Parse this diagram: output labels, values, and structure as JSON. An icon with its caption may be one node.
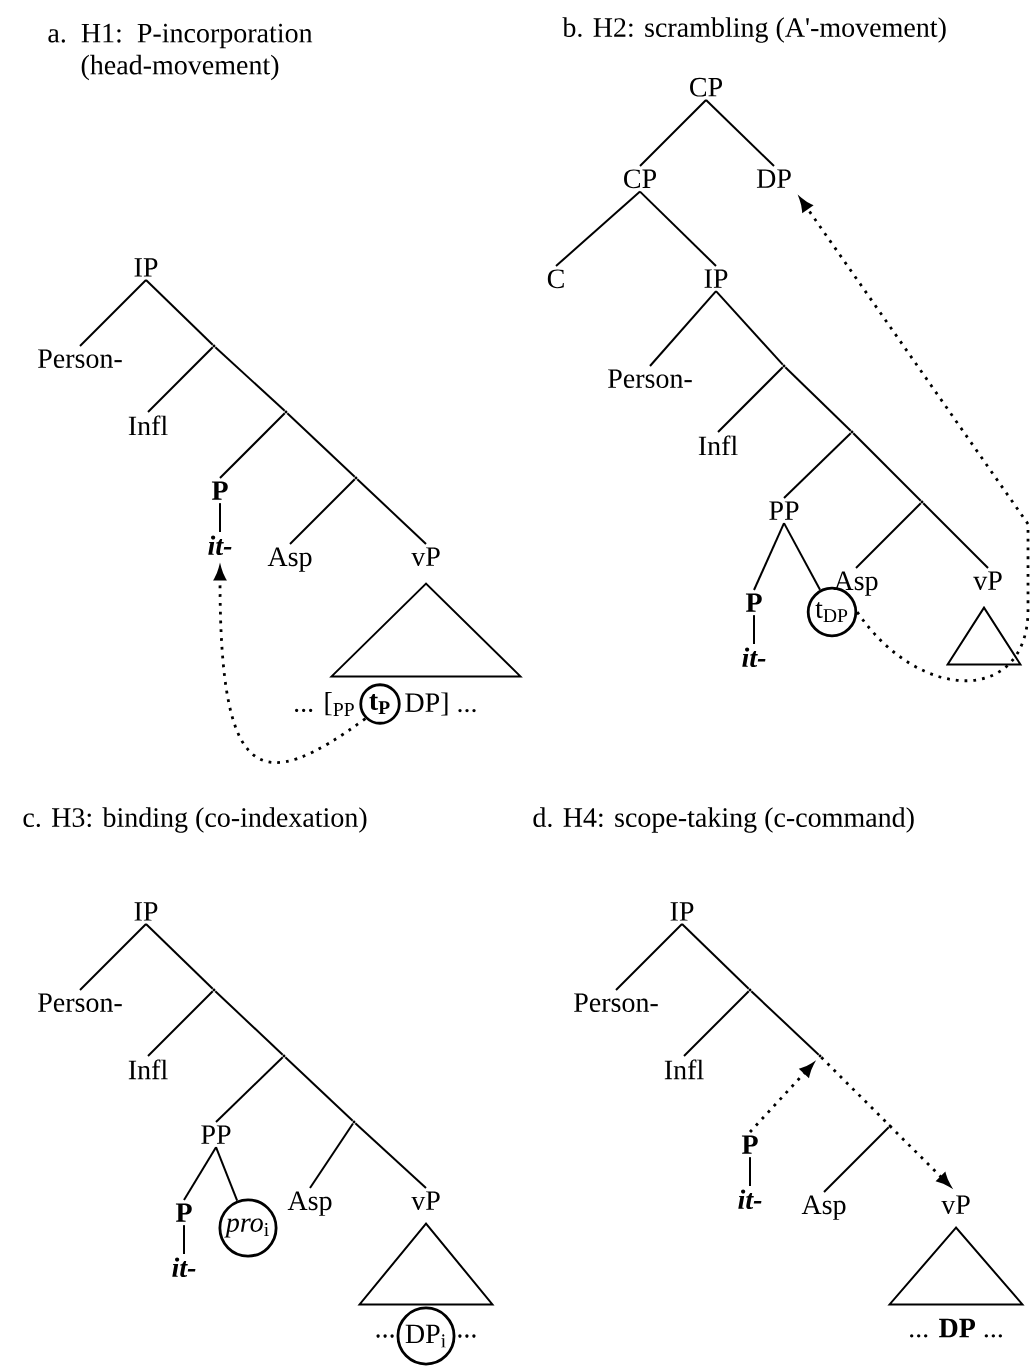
{
  "diagram": {
    "nodes": [
      {
        "text": [
          "IP"
        ]
      },
      {
        "text": [
          "Person-"
        ]
      },
      {
        "text": [],
        "shape": "point"
      },
      {
        "text": [
          "Infl"
        ]
      },
      {
        "text": [],
        "shape": "point"
      },
      {
        "text": [
          "P"
        ]
      },
      {
        "text": [
          "it-"
        ]
      },
      {
        "text": [],
        "shape": "point"
      },
      {
        "text": [
          "Asp"
        ]
      },
      {
        "text": [
          "vP"
        ]
      },
      {
        "text": [],
        "shape": "triangle"
      },
      {
        "text": [
          "t$_{P}$"
        ]
      },
      {
        "text": [
          "CP"
        ]
      },
      {
        "text": [
          "CP"
        ]
      },
      {
        "text": [
          "DP"
        ]
      },
      {
        "text": [
          "C"
        ]
      },
      {
        "text": [
          "IP"
        ]
      },
      {
        "text": [
          "Person-"
        ]
      },
      {
        "text": [],
        "shape": "point"
      },
      {
        "text": [
          "Infl"
        ]
      },
      {
        "text": [],
        "shape": "point"
      },
      {
        "text": [
          "PP"
        ]
      },
      {
        "text": [
          "P"
        ]
      },
      {
        "text": [
          "it-"
        ]
      },
      {
        "text": [
          "t$_{DP}$"
        ]
      },
      {
        "text": [],
        "shape": "point"
      },
      {
        "text": [
          "Asp"
        ]
      },
      {
        "text": [
          "vP"
        ]
      },
      {
        "text": [],
        "shape": "triangle"
      },
      {
        "text": [
          "IP"
        ]
      },
      {
        "text": [
          "Person-"
        ]
      },
      {
        "text": [],
        "shape": "point"
      },
      {
        "text": [
          "Infl"
        ]
      },
      {
        "text": [],
        "shape": "point"
      },
      {
        "text": [
          "PP"
        ]
      },
      {
        "text": [
          "P"
        ]
      },
      {
        "text": [
          "it-"
        ]
      },
      {
        "text": [
          "*pro*$_{i}$"
        ]
      },
      {
        "text": [],
        "shape": "point"
      },
      {
        "text": [
          "Asp"
        ]
      },
      {
        "text": [
          "vP"
        ]
      },
      {
        "text": [],
        "shape": "triangle"
      },
      {
        "text": [
          "DP$_{i}$"
        ]
      },
      {
        "text": [
          "IP"
        ]
      },
      {
        "text": [
          "Person-"
        ]
      },
      {
        "text": [],
        "shape": "point"
      },
      {
        "text": [
          "Infl"
        ]
      },
      {
        "text": [],
        "shape": "point"
      },
      {
        "text": [
          "P"
        ]
      },
      {
        "text": [
          "it-"
        ]
      },
      {
        "text": [],
        "shape": "point"
      },
      {
        "text": [
          "Asp"
        ]
      },
      {
        "text": [
          "vP"
        ]
      },
      {
        "text": [],
        "shape": "triangle",
        "beside": [
          "... **DP** ..."
        ]
      }
    ],
    "edges": [
      {
        "from": 0,
        "to": 1,
        "arrow": "none"
      },
      {
        "from": 0,
        "to": 2,
        "arrow": "none"
      },
      {
        "from": 2,
        "to": 3,
        "arrow": "none"
      },
      {
        "from": 2,
        "to": 4,
        "arrow": "none"
      },
      {
        "from": 4,
        "to": 5,
        "arrow": "none"
      },
      {
        "from": 4,
        "to": 7,
        "arrow": "none"
      },
      {
        "from": 5,
        "to": 6,
        "arrow": "none"
      },
      {
        "from": 7,
        "to": 8,
        "arrow": "none"
      },
      {
        "from": 7,
        "to": 9,
        "arrow": "none"
      },
      {
        "from": 11,
        "to": 6,
        "arrow": "to",
        "style": "dashed"
      },
      {
        "from": 12,
        "to": 13,
        "arrow": "none"
      },
      {
        "from": 12,
        "to": 14,
        "arrow": "none"
      },
      {
        "from": 13,
        "to": 15,
        "arrow": "none"
      },
      {
        "from": 13,
        "to": 16,
        "arrow": "none"
      },
      {
        "from": 16,
        "to": 17,
        "arrow": "none"
      },
      {
        "from": 16,
        "to": 18,
        "arrow": "none"
      },
      {
        "from": 18,
        "to": 19,
        "arrow": "none"
      },
      {
        "from": 18,
        "to": 20,
        "arrow": "none"
      },
      {
        "from": 20,
        "to": 21,
        "arrow": "none"
      },
      {
        "from": 20,
        "to": 25,
        "arrow": "none"
      },
      {
        "from": 21,
        "to": 22,
        "arrow": "none"
      },
      {
        "from": 21,
        "to": 24,
        "arrow": "none"
      },
      {
        "from": 22,
        "to": 23,
        "arrow": "none"
      },
      {
        "from": 25,
        "to": 26,
        "arrow": "none"
      },
      {
        "from": 25,
        "to": 27,
        "arrow": "none"
      },
      {
        "from": 24,
        "to": 14,
        "arrow": "to",
        "style": "dashed"
      },
      {
        "from": 29,
        "to": 30,
        "arrow": "none"
      },
      {
        "from": 29,
        "to": 31,
        "arrow": "none"
      },
      {
        "from": 31,
        "to": 32,
        "arrow": "none"
      },
      {
        "from": 31,
        "to": 33,
        "arrow": "none"
      },
      {
        "from": 33,
        "to": 34,
        "arrow": "none"
      },
      {
        "from": 33,
        "to": 38,
        "arrow": "none"
      },
      {
        "from": 34,
        "to": 35,
        "arrow": "none"
      },
      {
        "from": 34,
        "to": 37,
        "arrow": "none"
      },
      {
        "from": 35,
        "to": 36,
        "arrow": "none"
      },
      {
        "from": 38,
        "to": 39,
        "arrow": "none"
      },
      {
        "from": 38,
        "to": 40,
        "arrow": "none"
      },
      {
        "from": 43,
        "to": 44,
        "arrow": "none"
      },
      {
        "from": 43,
        "to": 45,
        "arrow": "none"
      },
      {
        "from": 45,
        "to": 46,
        "arrow": "none"
      },
      {
        "from": 45,
        "to": 47,
        "arrow": "none"
      },
      {
        "from": 48,
        "to": 49,
        "arrow": "none"
      },
      {
        "from": 50,
        "to": 51,
        "arrow": "none"
      },
      {
        "from": 48,
        "to": 47,
        "arrow": "to",
        "style": "dashed"
      },
      {
        "from": 47,
        "to": 52,
        "arrow": "to",
        "style": "dashed"
      }
    ],
    "labels": [
      "a. H1: P-incorporation (head-movement)",
      "b. H2: scrambling (A'-movement)",
      "... [$_{PP}$",
      "DP] ...",
      "c. H3: binding (co-indexation)",
      "d. H4: scope-taking (c-command)",
      "...",
      "..."
    ]
  }
}
